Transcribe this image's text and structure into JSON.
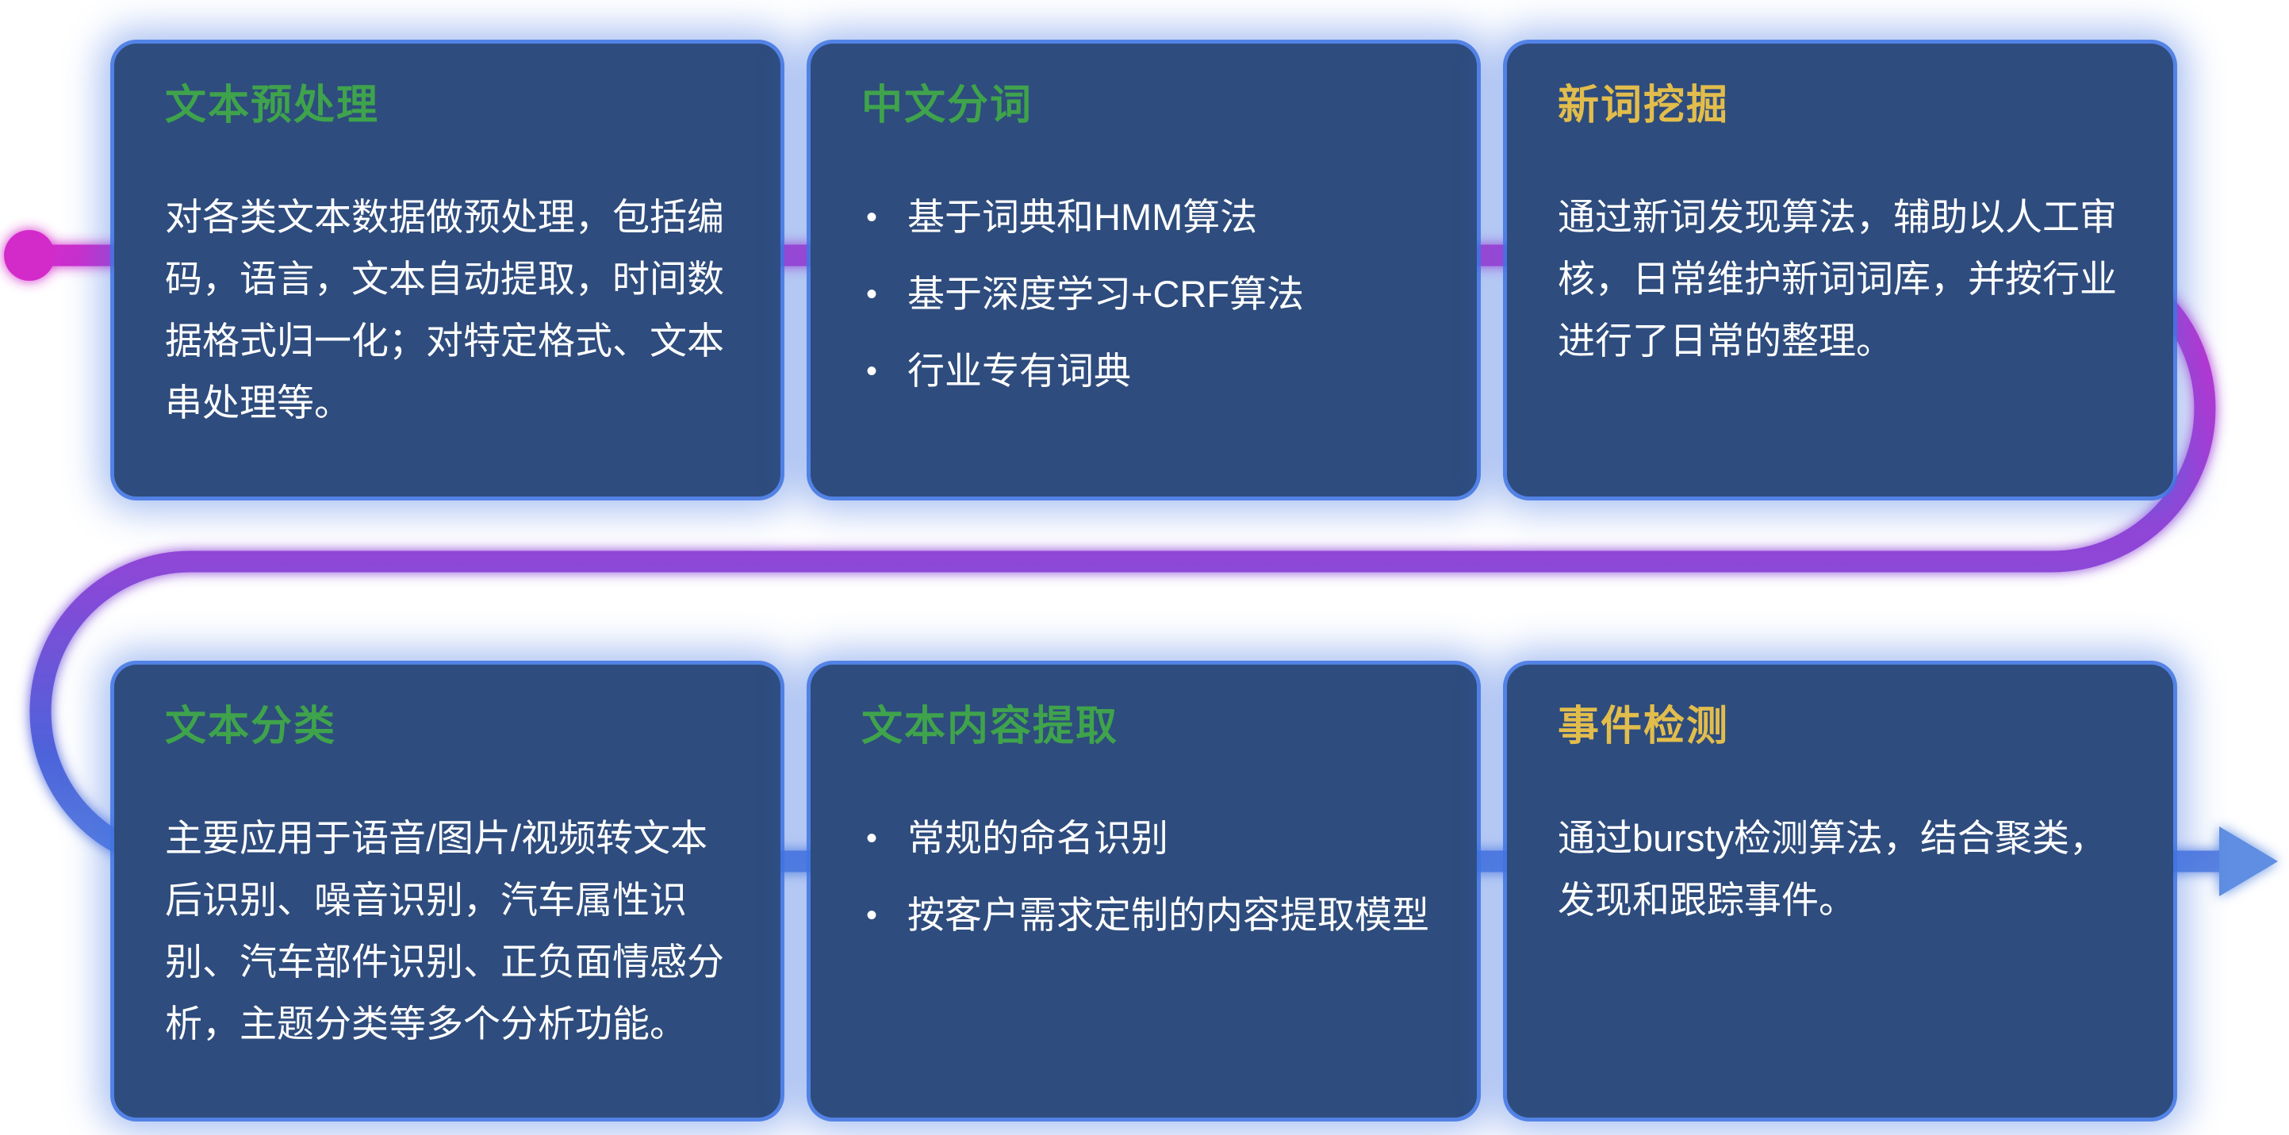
{
  "colors": {
    "background": "#ffffff",
    "card_bg": "#2e4c7d",
    "card_glow": "#4074e2",
    "title_green": "#3fa34c",
    "title_yellow": "#e2bd4c",
    "body_text": "#ffffff"
  },
  "flow": {
    "gradient": [
      "#d32bca",
      "#a63cd4",
      "#8a48d7",
      "#4d63da",
      "#5d8ce2"
    ],
    "start_dot_color": "#d32bca",
    "arrow_color": "#5f8ee2"
  },
  "bullet_char": "•",
  "cards": [
    {
      "title": "文本预处理",
      "title_color": "#3fa34c",
      "body": "对各类文本数据做预处理，包括编码，语言，文本自动提取，时间数据格式归一化；对特定格式、文本串处理等。"
    },
    {
      "title": "中文分词",
      "title_color": "#3fa34c",
      "bullets": [
        "基于词典和HMM算法",
        "基于深度学习+CRF算法",
        "行业专有词典"
      ]
    },
    {
      "title": "新词挖掘",
      "title_color": "#e2bd4c",
      "body": "通过新词发现算法，辅助以人工审核，日常维护新词词库，并按行业进行了日常的整理。"
    },
    {
      "title": "文本分类",
      "title_color": "#3fa34c",
      "body": "主要应用于语音/图片/视频转文本后识别、噪音识别，汽车属性识别、汽车部件识别、正负面情感分析，主题分类等多个分析功能。"
    },
    {
      "title": "文本内容提取",
      "title_color": "#3fa34c",
      "bullets": [
        "常规的命名识别",
        "按客户需求定制的内容提取模型"
      ]
    },
    {
      "title": "事件检测",
      "title_color": "#e2bd4c",
      "body": "通过bursty检测算法，结合聚类，发现和跟踪事件。"
    }
  ]
}
